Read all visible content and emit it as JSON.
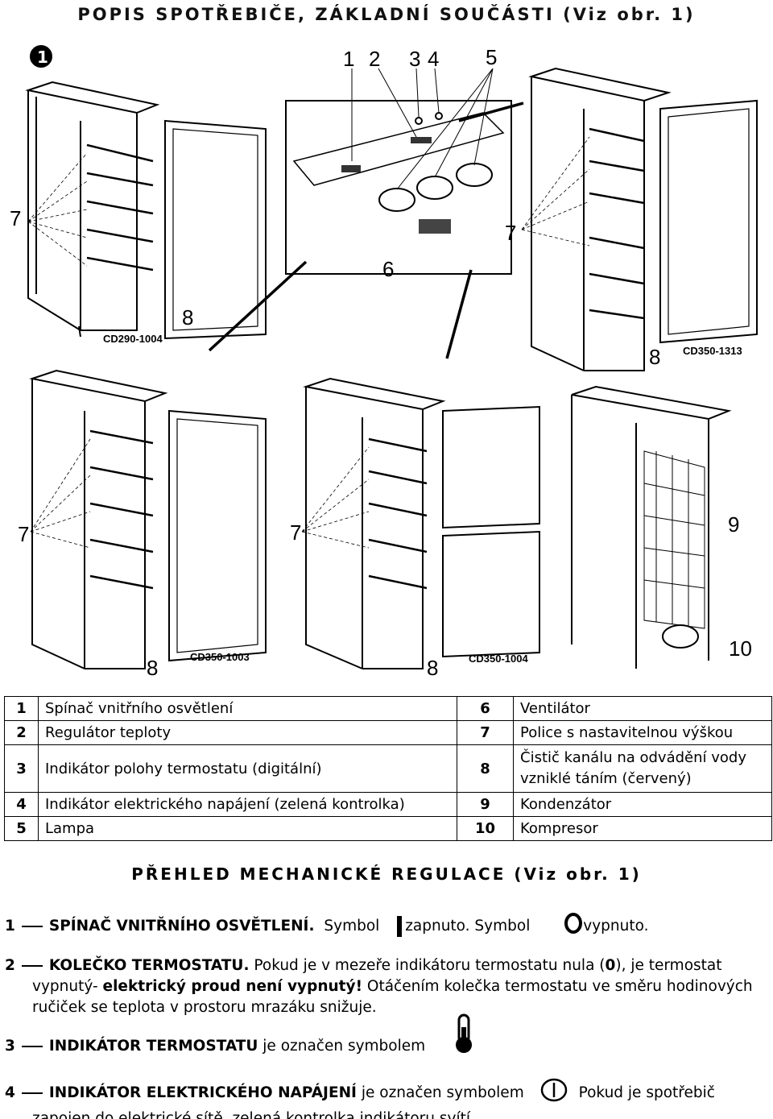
{
  "title_parts": "POPIS SPOTŘEBIČE, ZÁKLADNÍ SOUČÁSTI (Viz obr. 1)",
  "figure": {
    "badge": "1",
    "labels": {
      "n1": "1",
      "n2": "2",
      "n3": "3",
      "n4": "4",
      "n5": "5",
      "n6": "6",
      "n7": "7",
      "n8": "8",
      "n9": "9",
      "n10": "10"
    },
    "codes": [
      "CD290-1004",
      "CD350-1313",
      "CD350-1003",
      "CD350-1004"
    ]
  },
  "legend": [
    {
      "n1": "1",
      "t1": "Spínač vnitřního osvětlení",
      "n2": "6",
      "t2": "Ventilátor"
    },
    {
      "n1": "2",
      "t1": "Regulátor teploty",
      "n2": "7",
      "t2": "Police s nastavitelnou výškou"
    },
    {
      "n1": "3",
      "t1": "Indikátor polohy termostatu (digitální)",
      "n2": "8",
      "t2a": "Čistič kanálu na odvádění vody",
      "t2b": "vzniklé táním (červený)"
    },
    {
      "n1": "4",
      "t1": "Indikátor elektrického napájení (zelená kontrolka)",
      "n2": "9",
      "t2": "Kondenzátor"
    },
    {
      "n1": "5",
      "t1": "Lampa",
      "n2": "10",
      "t2": "Kompresor"
    }
  ],
  "title_mech": "PŘEHLED MECHANICKÉ REGULACE (Viz obr. 1)",
  "items": {
    "i1": {
      "num": "1",
      "head": "SPÍNAČ VNITŘNÍHO OSVĚTLENÍ.",
      "s1": "Symbol",
      "s2": "zapnuto. Symbol",
      "s3": "vypnuto."
    },
    "i2": {
      "num": "2",
      "head": "KOLEČKO TERMOSTATU.",
      "t1": "Pokud je v mezeře indikátoru termostatu nula (",
      "zero": "0",
      "t2": "), je termostat",
      "t3": "vypnutý-",
      "bold": "elektrický proud není vypnutý!",
      "t4": "Otáčením kolečka termostatu ve směru hodinových",
      "t5": "ručiček se teplota v prostoru mrazáku snižuje."
    },
    "i3": {
      "num": "3",
      "head": "INDIKÁTOR TERMOSTATU",
      "t1": "je označen symbolem"
    },
    "i4": {
      "num": "4",
      "head": "INDIKÁTOR ELEKTRICKÉHO NAPÁJENÍ",
      "t1": "je označen symbolem",
      "t2": "Pokud je spotřebič",
      "t3": "zapojen do elektrické sítě, zelená kontrolka indikátoru svítí."
    }
  }
}
